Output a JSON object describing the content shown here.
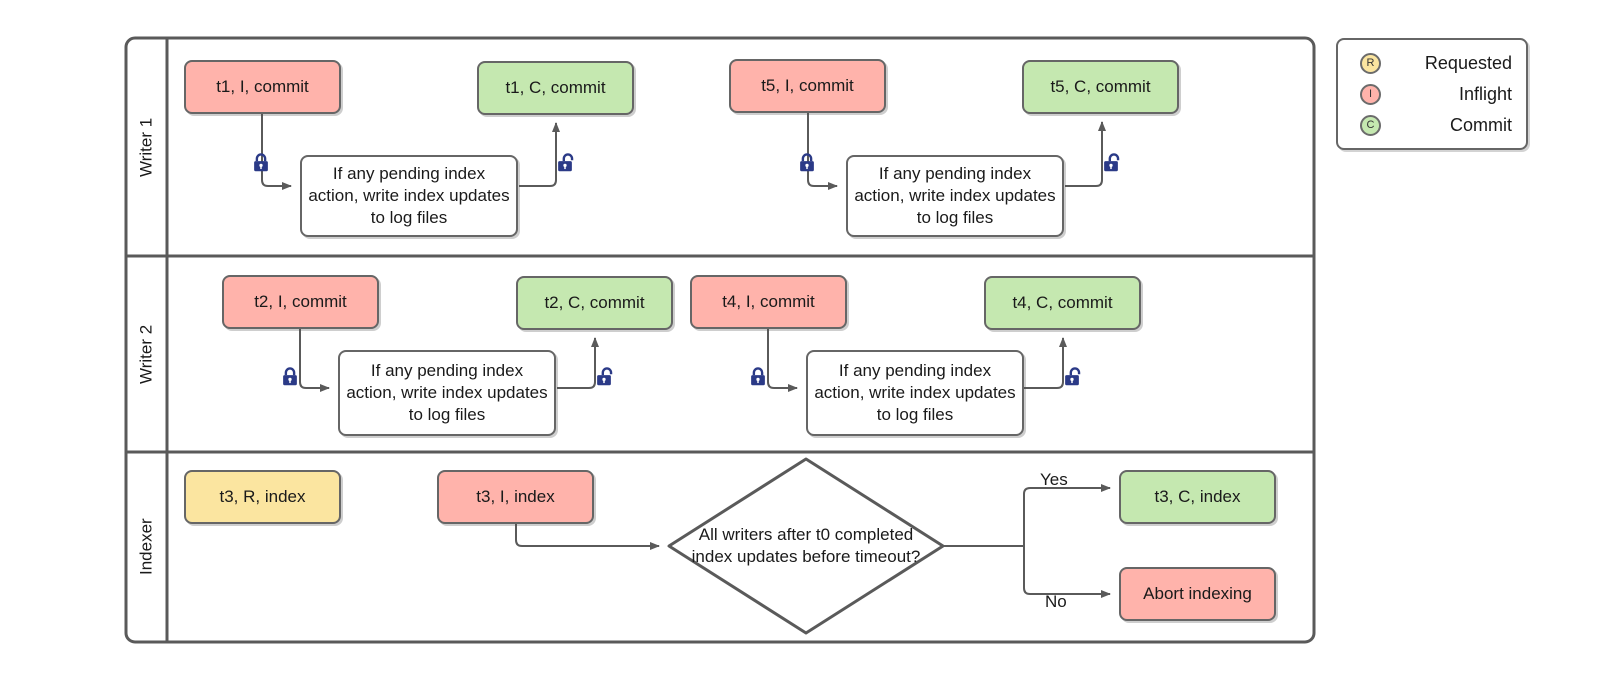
{
  "diagram": {
    "title": "Writer / Indexer concurrency swimlane flowchart",
    "colors": {
      "inflight": "#ffb3ab",
      "commit": "#c5e8b0",
      "requested": "#fbe5a0",
      "stroke": "#666666",
      "lock": "#2b3a87",
      "text": "#1a1a1a",
      "background": "#ffffff"
    }
  },
  "lanes": [
    {
      "id": "writer1",
      "label": "Writer 1"
    },
    {
      "id": "writer2",
      "label": "Writer 2"
    },
    {
      "id": "indexer",
      "label": "Indexer"
    }
  ],
  "nodes": {
    "w1_t1_i": {
      "label": "t1, I, commit",
      "state": "inflight"
    },
    "w1_t1_c": {
      "label": "t1, C, commit",
      "state": "commit"
    },
    "w1_t5_i": {
      "label": "t5, I, commit",
      "state": "inflight"
    },
    "w1_t5_c": {
      "label": "t5, C, commit",
      "state": "commit"
    },
    "w1_proc_a": {
      "label": "If any pending index action, write index updates to log files",
      "state": "plain"
    },
    "w1_proc_b": {
      "label": "If any pending index action, write index updates to log files",
      "state": "plain"
    },
    "w2_t2_i": {
      "label": "t2, I, commit",
      "state": "inflight"
    },
    "w2_t2_c": {
      "label": "t2, C, commit",
      "state": "commit"
    },
    "w2_t4_i": {
      "label": "t4, I, commit",
      "state": "inflight"
    },
    "w2_t4_c": {
      "label": "t4, C, commit",
      "state": "commit"
    },
    "w2_proc_a": {
      "label": "If any pending index action, write index updates to log files",
      "state": "plain"
    },
    "w2_proc_b": {
      "label": "If any pending index action, write index updates to log files",
      "state": "plain"
    },
    "ix_t3_r": {
      "label": "t3, R, index",
      "state": "requested"
    },
    "ix_t3_i": {
      "label": "t3, I, index",
      "state": "inflight"
    },
    "ix_decision": {
      "label": "All writers after t0 completed index updates before timeout?",
      "state": "decision"
    },
    "ix_t3_c": {
      "label": "t3, C, index",
      "state": "commit"
    },
    "ix_abort": {
      "label": "Abort indexing",
      "state": "inflight"
    }
  },
  "edge_labels": {
    "yes": "Yes",
    "no": "No"
  },
  "locks": [
    {
      "id": "w1-lock-a",
      "kind": "locked"
    },
    {
      "id": "w1-unlock-a",
      "kind": "unlocked"
    },
    {
      "id": "w1-lock-b",
      "kind": "locked"
    },
    {
      "id": "w1-unlock-b",
      "kind": "unlocked"
    },
    {
      "id": "w2-lock-a",
      "kind": "locked"
    },
    {
      "id": "w2-unlock-a",
      "kind": "unlocked"
    },
    {
      "id": "w2-lock-b",
      "kind": "locked"
    },
    {
      "id": "w2-unlock-b",
      "kind": "unlocked"
    }
  ],
  "legend": {
    "items": [
      {
        "badge": "R",
        "label": "Requested",
        "state": "requested"
      },
      {
        "badge": "I",
        "label": "Inflight",
        "state": "inflight"
      },
      {
        "badge": "C",
        "label": "Commit",
        "state": "commit"
      }
    ]
  }
}
